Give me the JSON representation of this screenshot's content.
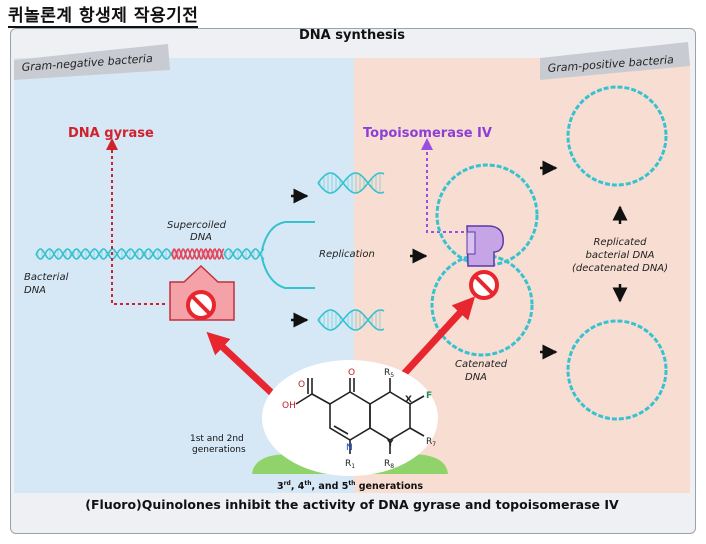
{
  "header": {
    "korean_title": "퀴놀론계 항생제 작용기전",
    "figure_title": "DNA synthesis"
  },
  "panels": {
    "left_banner": "Gram-negative bacteria",
    "right_banner": "Gram-positive bacteria"
  },
  "labels": {
    "dna_gyrase": "DNA gyrase",
    "topoisomerase": "Topoisomerase IV",
    "supercoiled_1": "Supercoiled",
    "supercoiled_2": "DNA",
    "bacterial_1": "Bacterial",
    "bacterial_2": "DNA",
    "replication": "Replication",
    "catenated_1": "Catenated",
    "catenated_2": "DNA",
    "replicated_1": "Replicated",
    "replicated_2": "bacterial DNA",
    "replicated_3": "(decatenated DNA)",
    "generations_1": "1st and 2nd",
    "generations_2": "generations",
    "gen_3rd_base": "3",
    "gen_3rd_sup": "rd",
    "gen_4th_base": ", 4",
    "gen_4th_sup": "th",
    "gen_5th_base": ", and 5",
    "gen_5th_sup": "th",
    "gen_tail": " generations"
  },
  "molecule": {
    "oh": "OH",
    "o_acid": "O",
    "o_keto": "O",
    "r5": "R",
    "r5_sub": "5",
    "x": "X",
    "f": "F",
    "r7": "R",
    "r7_sub": "7",
    "y": "Y",
    "n": "N",
    "r1": "R",
    "r1_sub": "1",
    "r8": "R",
    "r8_sub": "8"
  },
  "footer": {
    "caption": "(Fluoro)Quinolones inhibit the activity of DNA gyrase and topoisomerase IV"
  },
  "colors": {
    "left_bg": "#d6e8f6",
    "right_bg": "#f8ddd2",
    "dna_teal": "#37c2cf",
    "supercoil_red": "#e0485b",
    "inhibit_red": "#e8262f",
    "gyrase_pink": "#f5a1a8",
    "topo_purple": "#c7a4e6",
    "topo_label": "#8b3fd6",
    "banner_gray": "#c8ccd2"
  }
}
